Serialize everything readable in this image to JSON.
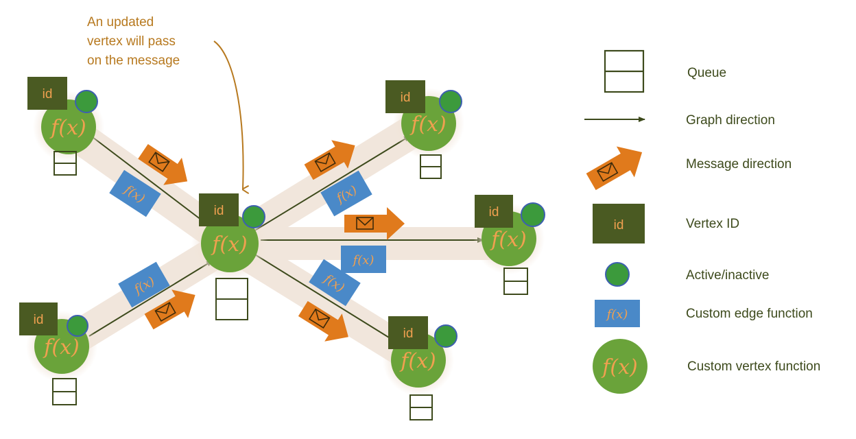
{
  "annotation": {
    "lines": [
      "An updated",
      "vertex will pass",
      "on the message"
    ]
  },
  "vertex": {
    "id_label": "id",
    "function_label": "f(x)"
  },
  "edge_function_label": "f(x)",
  "legend": {
    "queue": "Queue",
    "graph_direction": "Graph direction",
    "message_direction": "Message direction",
    "vertex_id": "Vertex ID",
    "vertex_id_box": "id",
    "active_inactive": "Active/inactive",
    "custom_edge_function": "Custom edge function",
    "custom_edge_function_box": "f(x)",
    "custom_vertex_function": "Custom vertex function",
    "custom_vertex_function_circle": "f(x)"
  },
  "colors": {
    "vertex_green": "#6aa33a",
    "id_box": "#4a5a22",
    "active_dot": "#3c9a3c",
    "active_ring": "#3d5fb0",
    "edge_blue": "#4a89c8",
    "message_orange": "#e07a1c",
    "annotation_text": "#b7791f",
    "legend_text": "#3d4a1c"
  }
}
